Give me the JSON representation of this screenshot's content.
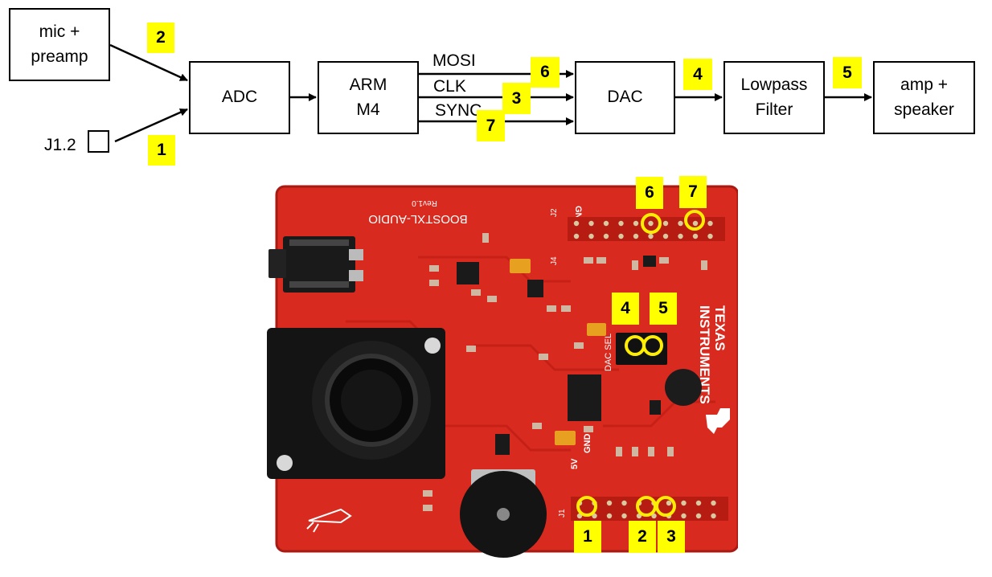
{
  "diagram": {
    "blocks": {
      "mic": "mic +\npreamp",
      "adc": "ADC",
      "arm": "ARM\nM4",
      "dac": "DAC",
      "lpf": "Lowpass\nFilter",
      "amp": "amp +\nspeaker"
    },
    "j1_label": "J1.2",
    "signals": {
      "mosi": "MOSI",
      "clk": "CLK",
      "sync": "SYNC"
    },
    "badges": {
      "b1": "1",
      "b2": "2",
      "b3": "3",
      "b4": "4",
      "b5": "5",
      "b6": "6",
      "b7": "7"
    }
  },
  "board": {
    "name": "BOOSTXL-AUDIO",
    "rev": "Rev1.0",
    "brand": "TEXAS\nINSTRUMENTS",
    "header_j2": "J2",
    "header_j4": "J4",
    "header_j1": "J1",
    "gnd_label": "GND",
    "v5_label": "5V",
    "dac_sel": "DAC SEL",
    "badges": {
      "b1": "1",
      "b2": "2",
      "b3": "3",
      "b4": "4",
      "b5": "5",
      "b6": "6",
      "b7": "7"
    },
    "colors": {
      "pcb": "#d92a1f",
      "silk": "#ffffff",
      "ring": "#ffee00",
      "badge": "#ffff00"
    }
  }
}
